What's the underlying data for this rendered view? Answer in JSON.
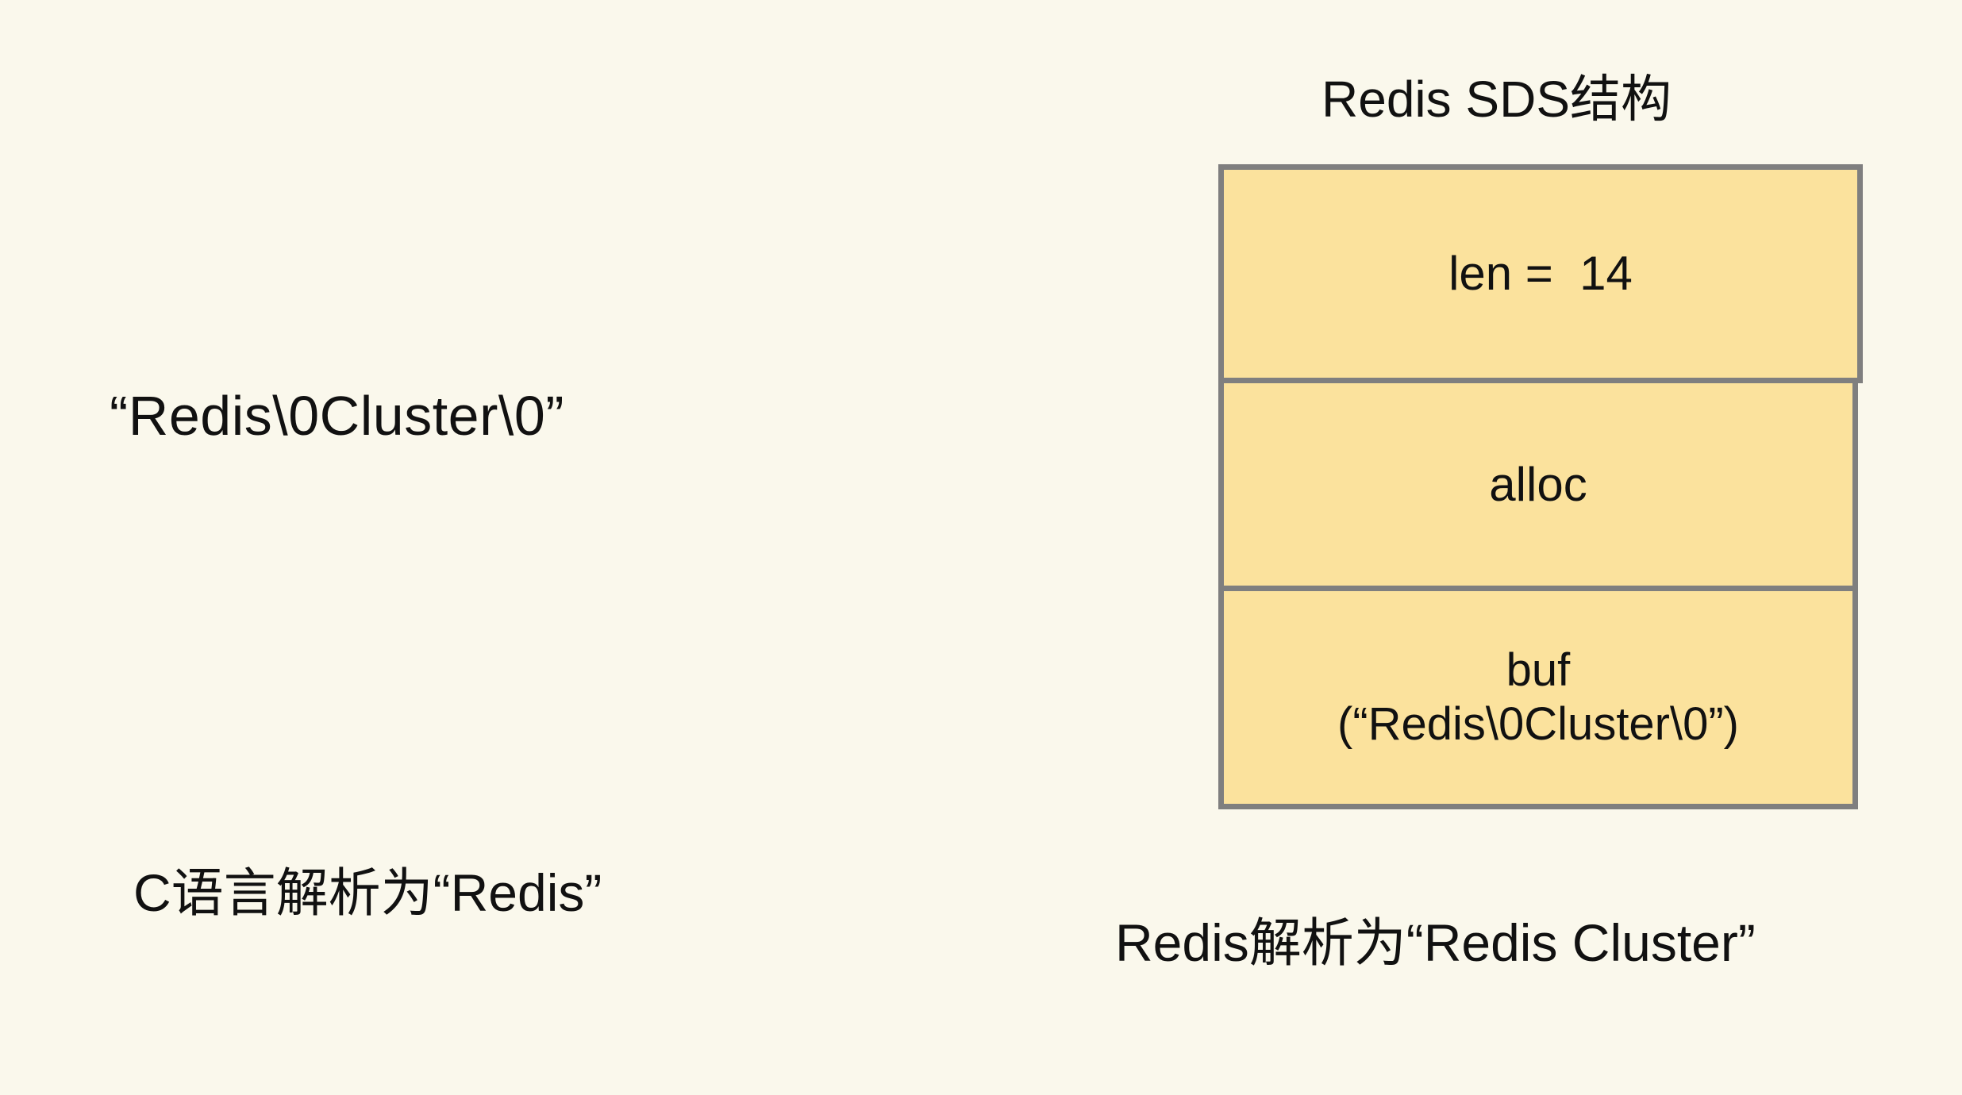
{
  "diagram": {
    "title": "Redis SDS结构",
    "background_color": "#faf8ec",
    "cell_fill_color": "#fbe29d",
    "cell_border_color": "#7f7f7f",
    "text_color": "#111111"
  },
  "left": {
    "raw_string": "“Redis\\0Cluster\\0”",
    "caption": "C语言解析为“Redis”"
  },
  "sds": {
    "title": "Redis SDS结构",
    "fields": [
      {
        "name": "len",
        "label": "len =  14",
        "value": "14"
      },
      {
        "name": "alloc",
        "label": "alloc",
        "value": ""
      },
      {
        "name": "buf",
        "label": "buf\n(“Redis\\0Cluster\\0”)",
        "value": "“Redis\\0Cluster\\0”"
      }
    ],
    "caption": "Redis解析为“Redis Cluster”"
  }
}
